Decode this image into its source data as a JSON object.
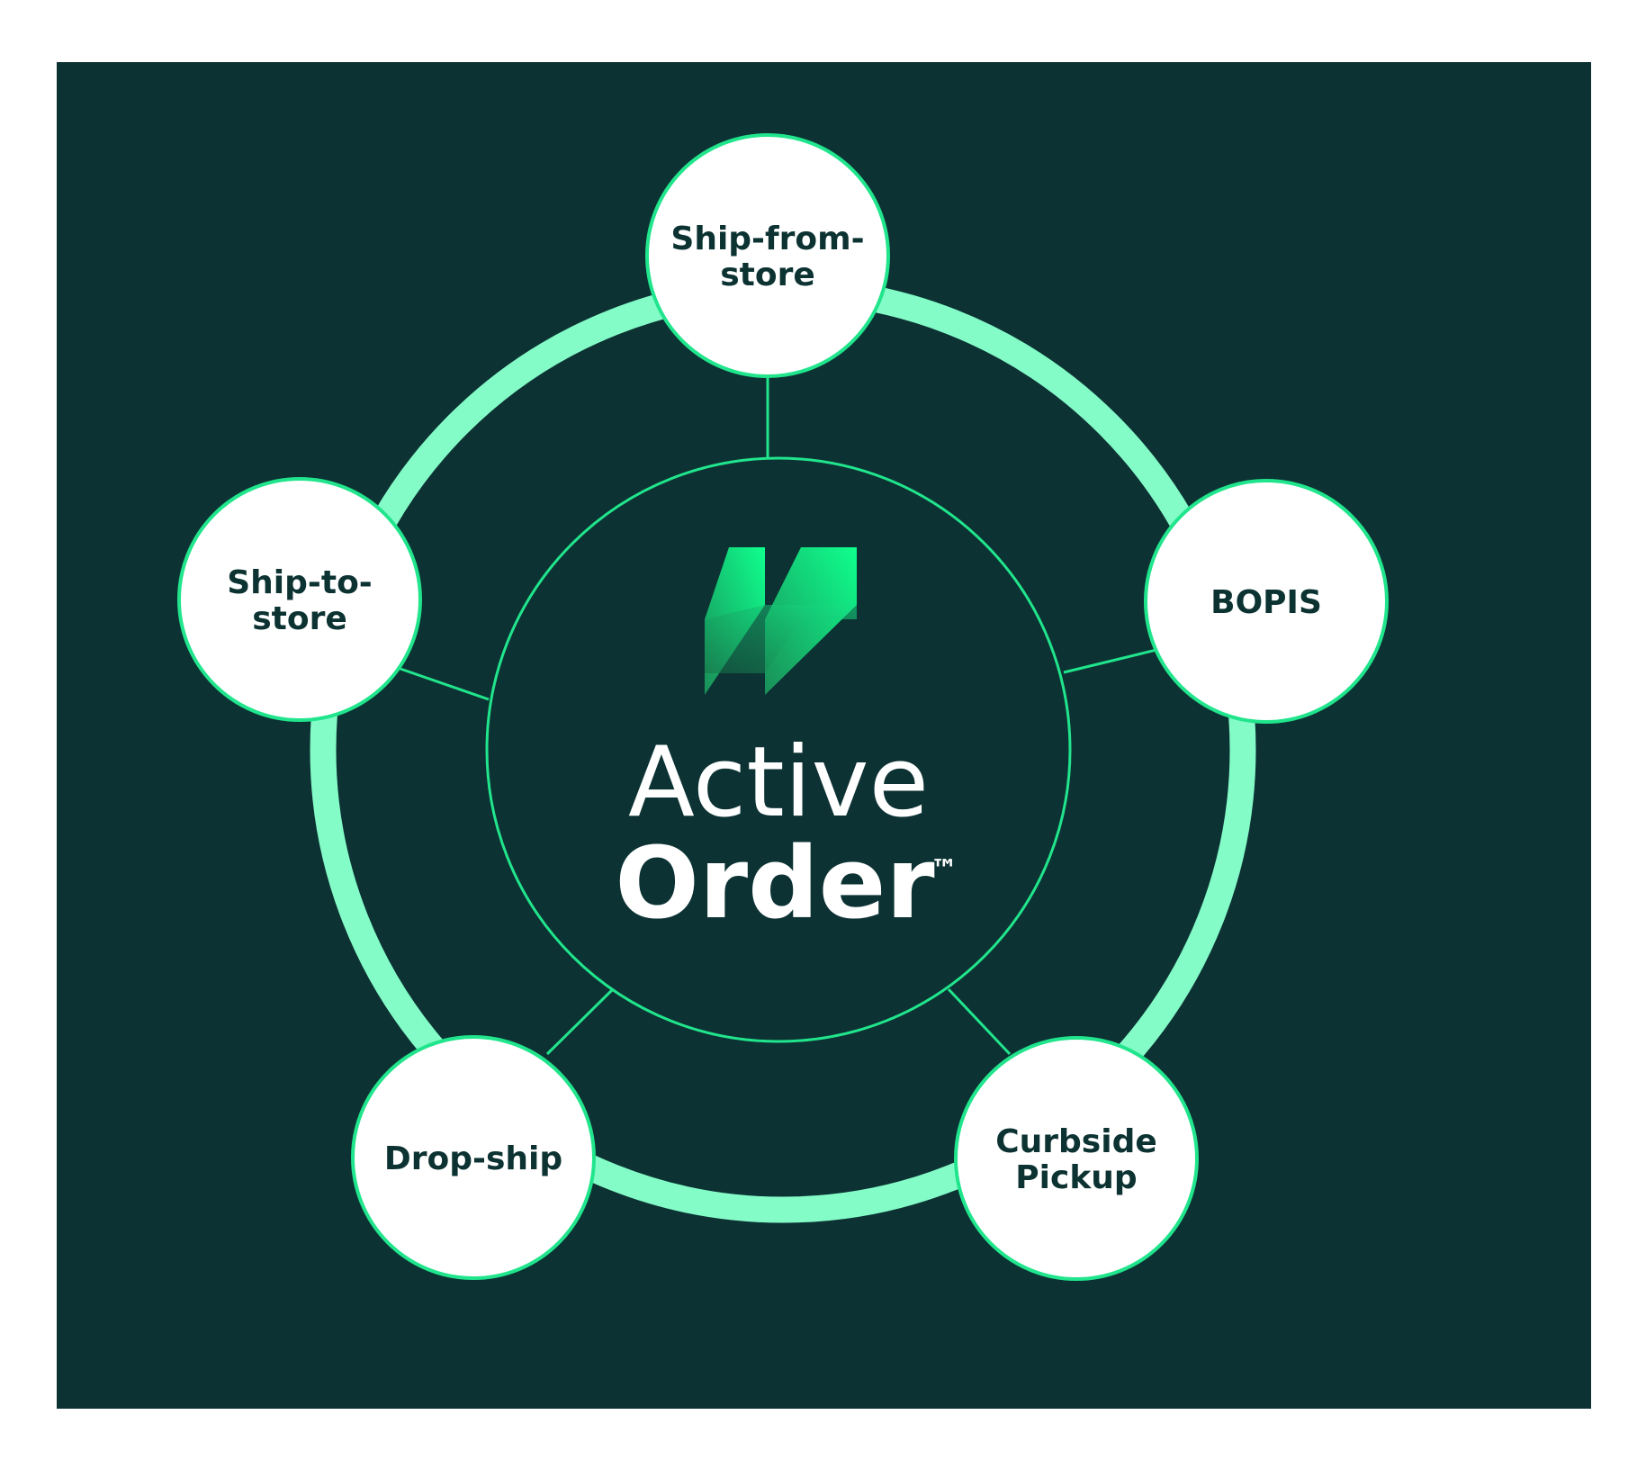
{
  "colors": {
    "page_background": "#ffffff",
    "panel_background": "#0c3233",
    "ring": "#84fcc8",
    "accent_line": "#21e58c",
    "node_fill": "#ffffff",
    "node_text": "#0c3232",
    "center_text": "#ffffff",
    "logo_light": "#0fff8e",
    "logo_dark": "#1a8f58"
  },
  "center": {
    "logo": "active-order-logo",
    "title_line1": "Active",
    "title_line2": "Order",
    "trademark": "™"
  },
  "nodes": [
    {
      "id": "ship-from-store",
      "lines": [
        "Ship-from-",
        "store"
      ]
    },
    {
      "id": "bopis",
      "lines": [
        "BOPIS"
      ]
    },
    {
      "id": "curbside-pickup",
      "lines": [
        "Curbside",
        "Pickup"
      ]
    },
    {
      "id": "drop-ship",
      "lines": [
        "Drop-ship"
      ]
    },
    {
      "id": "ship-to-store",
      "lines": [
        "Ship-to-",
        "store"
      ]
    }
  ]
}
